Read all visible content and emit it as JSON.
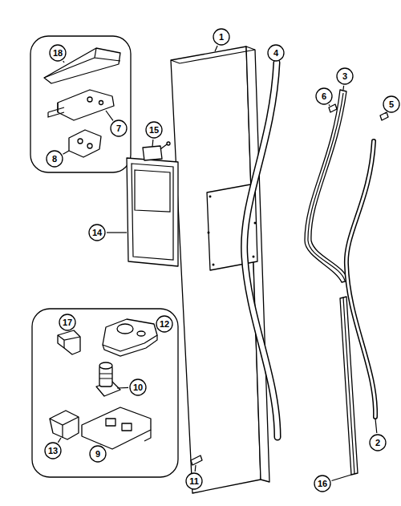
{
  "diagram": {
    "labels": [
      "18",
      "1",
      "4",
      "3",
      "6",
      "5",
      "7",
      "8",
      "15",
      "14",
      "2",
      "17",
      "12",
      "10",
      "13",
      "9",
      "11",
      "16"
    ]
  }
}
